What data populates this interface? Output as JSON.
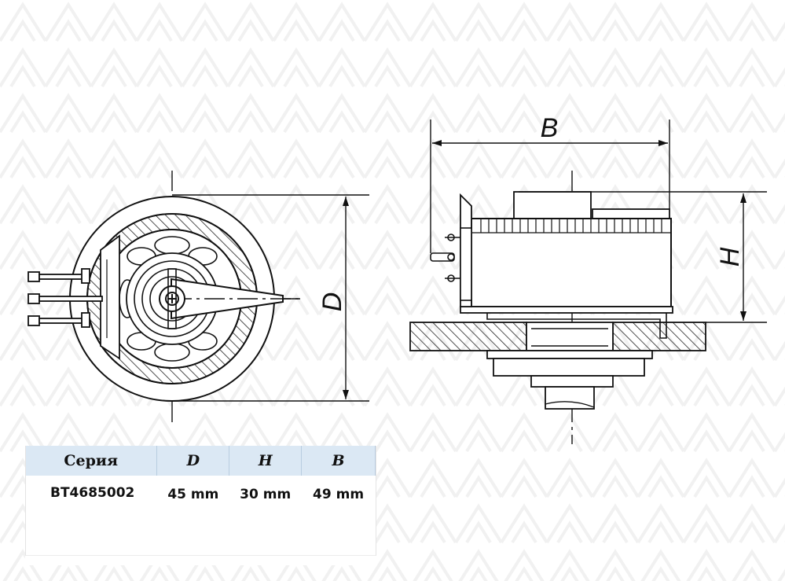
{
  "drawing": {
    "labels": {
      "diameter": "D",
      "width": "B",
      "height": "H"
    }
  },
  "spec_table": {
    "headers": [
      "Серия",
      "D",
      "H",
      "B"
    ],
    "rows": [
      {
        "series": "BT4685002",
        "d": "45 mm",
        "h": "30 mm",
        "b": "49 mm"
      }
    ]
  }
}
